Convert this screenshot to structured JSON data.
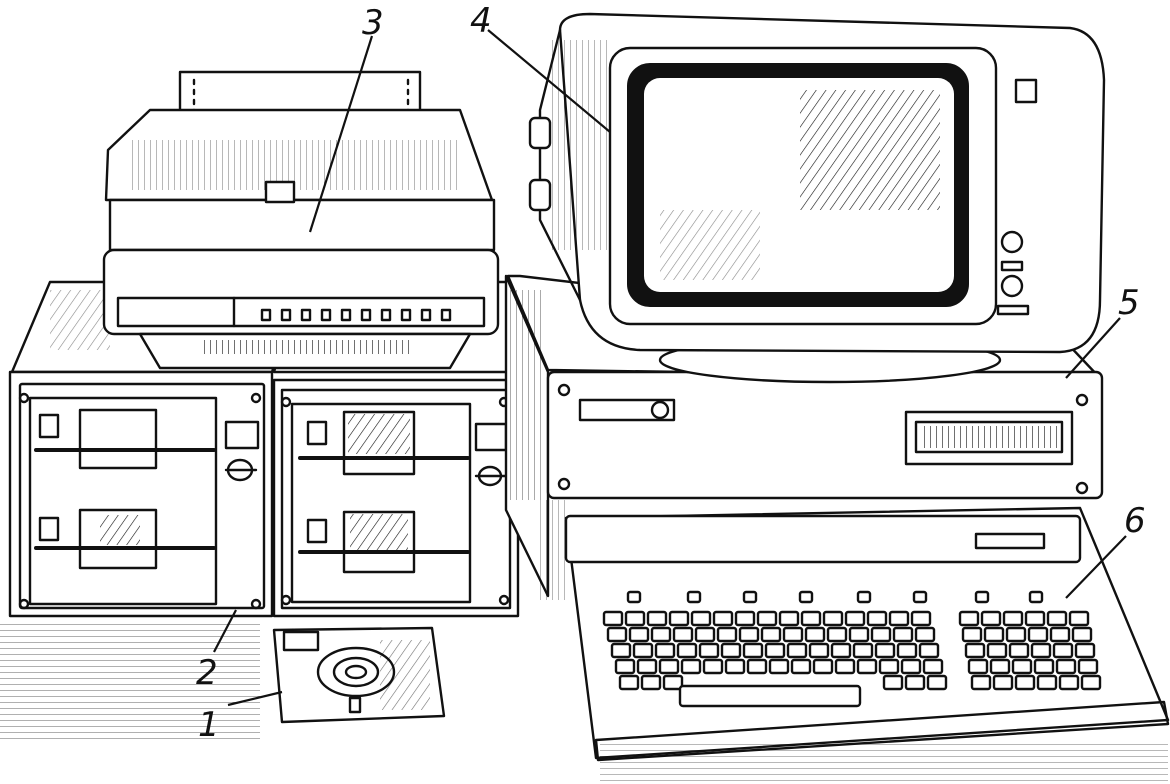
{
  "callouts": [
    {
      "id": "floppy-disk",
      "label": "1"
    },
    {
      "id": "disk-drive-units",
      "label": "2"
    },
    {
      "id": "printer",
      "label": "3"
    },
    {
      "id": "monitor",
      "label": "4"
    },
    {
      "id": "system-unit",
      "label": "5"
    },
    {
      "id": "keyboard",
      "label": "6"
    }
  ],
  "colors": {
    "ink": "#111111",
    "paper": "#ffffff"
  }
}
